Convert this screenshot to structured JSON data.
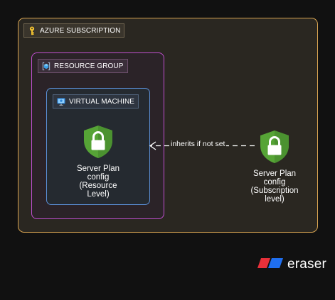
{
  "groups": {
    "subscription": {
      "label": "AZURE SUBSCRIPTION",
      "icon": "key-icon",
      "color": "#d9a552"
    },
    "resource_group": {
      "label": "RESOURCE GROUP",
      "icon": "resource-group-icon",
      "color": "#c04fd0"
    },
    "virtual_machine": {
      "label": "VIRTUAL MACHINE",
      "icon": "monitor-icon",
      "color": "#5a8fd6"
    }
  },
  "nodes": {
    "resource_level": {
      "icon": "shield-lock-icon",
      "lines": [
        "Server Plan",
        "config",
        "(Resource",
        "Level)"
      ]
    },
    "subscription_level": {
      "icon": "shield-lock-icon",
      "lines": [
        "Server Plan",
        "config",
        "(Subscription",
        "level)"
      ]
    }
  },
  "edges": [
    {
      "from": "subscription_level",
      "to": "resource_level",
      "label": "inherits if not set",
      "style": "dashed"
    }
  ],
  "colors": {
    "shield": "#56a436",
    "background": "#111111"
  },
  "brand": {
    "name": "eraser",
    "icon": "eraser-logo-icon"
  }
}
